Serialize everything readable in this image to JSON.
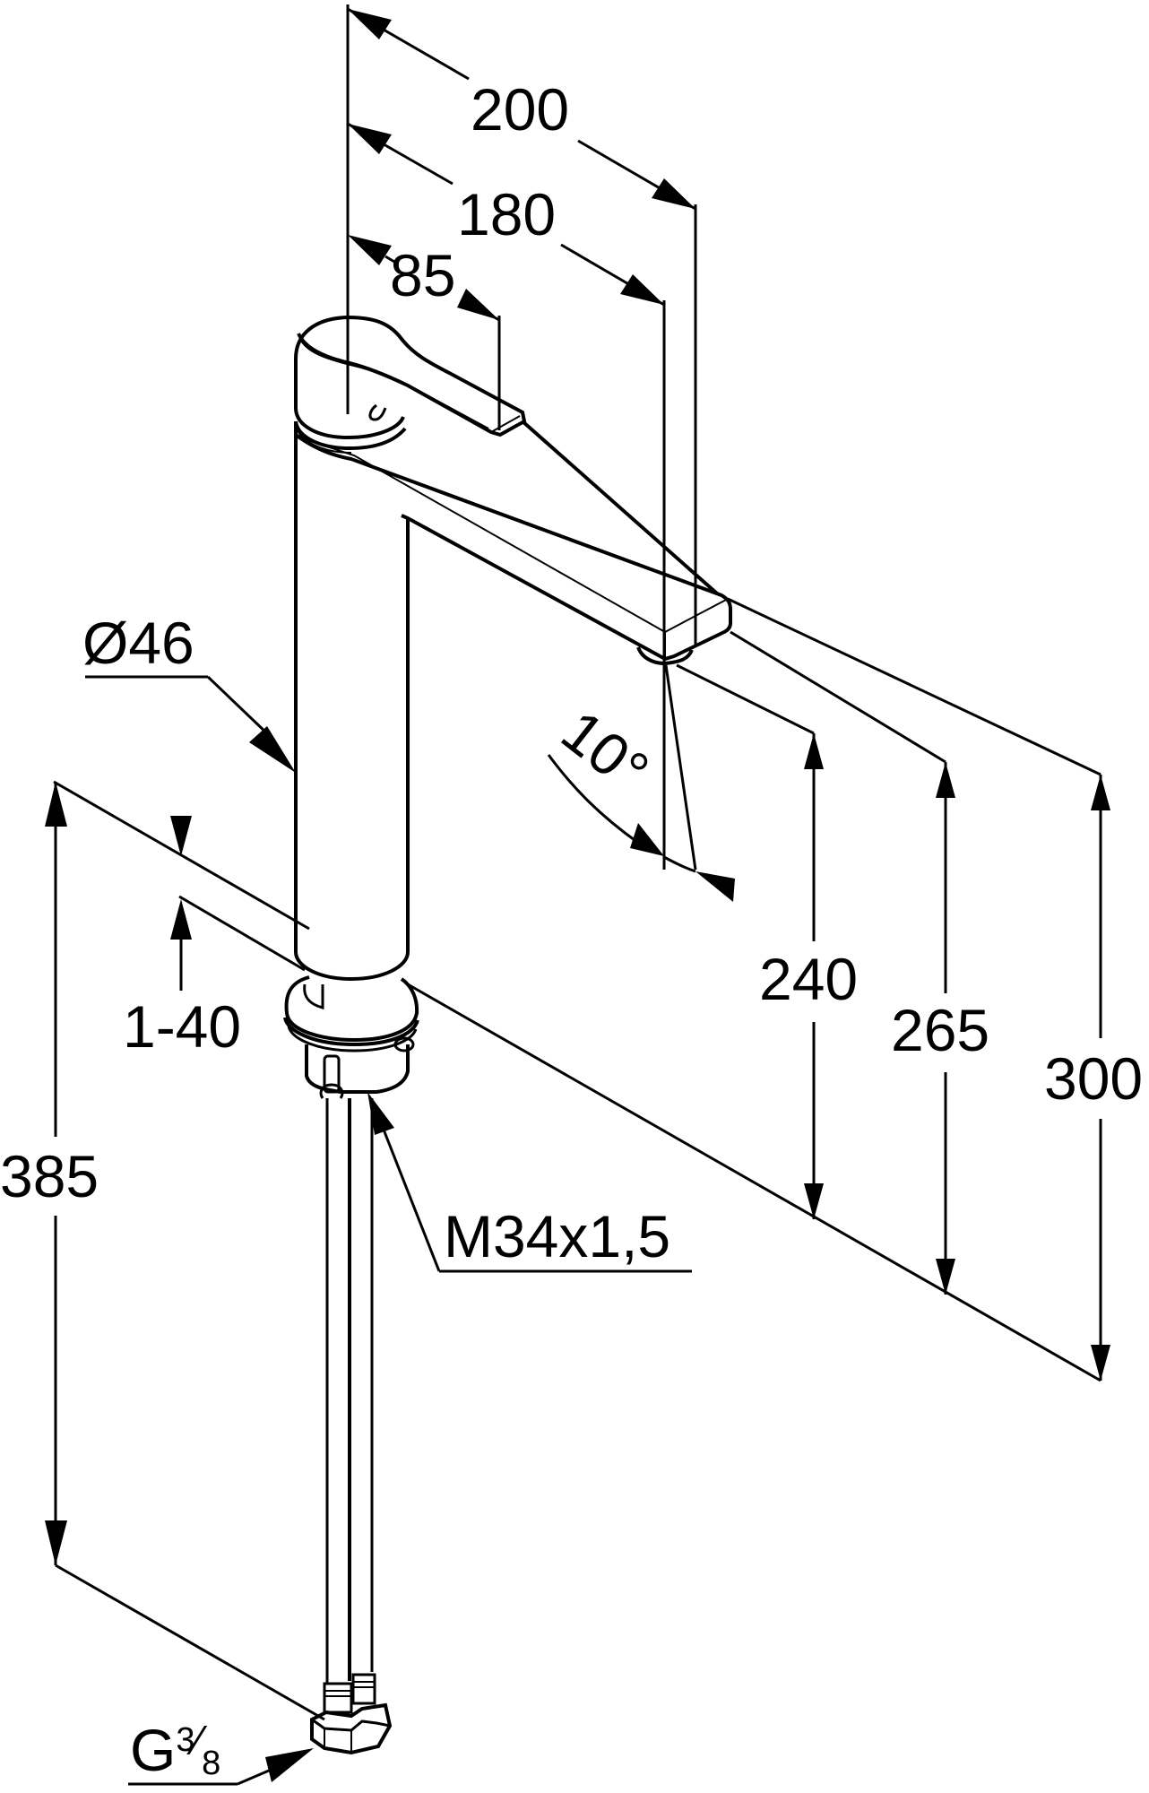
{
  "drawing": {
    "subject": "Single-lever basin mixer, tall version — dimensional drawing",
    "units": "mm",
    "colors": {
      "line": "#000000",
      "background": "#ffffff"
    }
  },
  "dimensions": {
    "spout_reach_total": "200",
    "spout_reach_outlet": "180",
    "lever_length": "85",
    "pillar_diameter": "Ø46",
    "spout_tilt_angle": "10°",
    "deck_thickness_range": "1-40",
    "outlet_height": "240",
    "spout_top_height": "265",
    "overall_height": "300",
    "hose_length": "385",
    "mounting_thread": "M34x1,5",
    "connection_thread_base": "G",
    "connection_thread_fraction_num": "3",
    "connection_thread_fraction_den": "8"
  }
}
